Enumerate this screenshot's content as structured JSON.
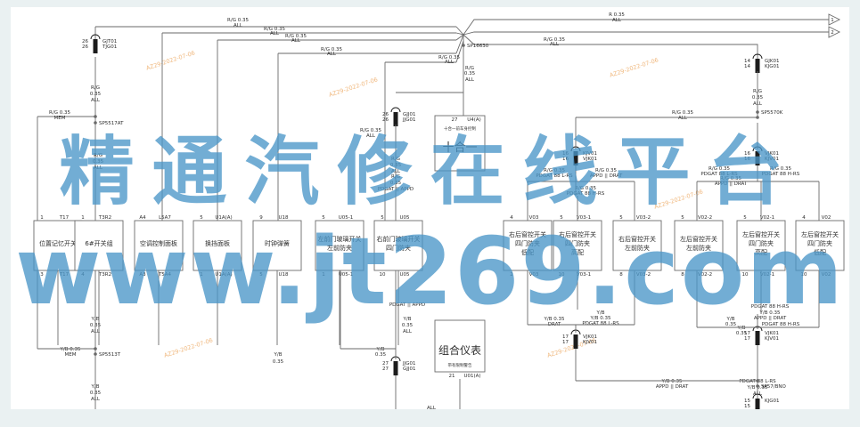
{
  "colors": {
    "wire": "#6a6a6a",
    "text": "#2e2e2e",
    "connector": "#1c1c1c",
    "stamp": "#f0b87e",
    "watermark": "#4a96c8",
    "frame": "#eaf1f2"
  },
  "watermark": {
    "line1": "精通汽修在线平台",
    "line2": "www.jt269.com"
  },
  "stamp_text": "AZ29-2022-07-06",
  "top_arrows": [
    "1",
    "2"
  ],
  "splices": [
    "SP16630",
    "SP5517AT",
    "SP5513T",
    "SP5570K",
    "SP57/BNO"
  ],
  "wire_labels": [
    "R/G 0.35",
    "ALL",
    "R/G 0.35",
    "ALL",
    "R/G 0.35",
    "ALL",
    "R/G 0.35",
    "ALL",
    "R 0.35",
    "ALL",
    "R/G 0.35",
    "ALL",
    "R/G 0.35",
    "ALL",
    "R/G",
    "0.35",
    "ALL",
    "R/G",
    "0.35",
    "ALL",
    "R/G 0.35",
    "MEM",
    "R/G",
    "0.35",
    "ALL",
    "R/G 0.35",
    "ALL",
    "R/G",
    "0.35",
    "ALL",
    "R/G 0.35",
    "ALL",
    "R/G",
    "0.35",
    "ALL",
    "R/G",
    "0.35",
    "PDGAT || APPD",
    "R/G 0.35",
    "PDGAT 88 L-RS",
    "R/G 0.35",
    "APPD || DRAT",
    "R/G 0.35",
    "PDGAT 88 H-RS",
    "R/G 0.35",
    "PDGAT 88 L-RS",
    "R/G 0.35",
    "APPD || DRAT",
    "R/G 0.35",
    "PDGAT 88 H-RS",
    "Y/B",
    "0.35",
    "ALL",
    "Y/B 0.35",
    "MEM",
    "Y/B",
    "0.35",
    "ALL",
    "Y/B",
    "0.35",
    "ALL",
    "Y/B",
    "0.35",
    "PDGAT || APPD",
    "Y/B 0.35",
    "DRAT",
    "Y/B",
    "Y/B 0.35",
    "PDGAT 88 L-RS",
    "Y/B",
    "0.35",
    "PDGAT 88 H-RS",
    "Y/B 0.35",
    "APPD || DRAT",
    "Y/B",
    "0.35",
    "PDGAT 88 H-RS",
    "Y/B 0.35",
    "APPD || DRAT",
    "PDGAT 88 L-RS",
    "Y/B 0.35",
    "ALL",
    "Y/B",
    "0.35",
    "ALL",
    "Y/B",
    "Y/B",
    "0.35",
    "Y/B 0.35"
  ],
  "connectors": [
    {
      "num": "26",
      "code": "GJT01",
      "code2": "TJG01"
    },
    {
      "num": "26",
      "code": "GJJ01",
      "code2": "JJG01"
    },
    {
      "num": "14",
      "code": "GJK01",
      "code2": "KJG01"
    },
    {
      "num": "16",
      "code": "KJV01",
      "code2": "VJK01"
    },
    {
      "num": "16",
      "code": "VJK01",
      "code2": "KJV01"
    },
    {
      "num": "27",
      "code": "JJG01",
      "code2": "GJJ01"
    },
    {
      "num": "17",
      "code": "VJK01",
      "code2": "KJV01"
    },
    {
      "num": "17",
      "code": "VJK01",
      "code2": "KJV01"
    },
    {
      "num": "15",
      "code": "KJG01",
      "code2": ""
    }
  ],
  "components": [
    {
      "name": "位置记忆开关",
      "pin_top": "1",
      "pin_top_code": "T17",
      "pin_bot": "3",
      "pin_bot_code": "T17"
    },
    {
      "name": "6#开关组",
      "pin_top": "1",
      "pin_top_code": "T3R2",
      "pin_bot": "4",
      "pin_bot_code": "T3R2"
    },
    {
      "name": "空调控制面板",
      "pin_top": "A4",
      "pin_top_code": "L5A7",
      "pin_bot": "A3",
      "pin_bot_code": "T5A4"
    },
    {
      "name": "换挡面板",
      "pin_top": "5",
      "pin_top_code": "U1A(A)",
      "pin_bot": "1",
      "pin_bot_code": "U1A(A)"
    },
    {
      "name": "时钟弹簧",
      "pin_top": "9",
      "pin_top_code": "U18",
      "pin_bot": "5",
      "pin_bot_code": "U18"
    },
    {
      "name": "左前门玻璃开关 左前防夹",
      "pin_top": "5",
      "pin_top_code": "U05-1",
      "pin_bot": "1",
      "pin_bot_code": "U05-1"
    },
    {
      "name": "右前门玻璃开关 四门防夹",
      "pin_top": "5",
      "pin_top_code": "U05",
      "pin_bot": "10",
      "pin_bot_code": "U05"
    },
    {
      "name": "右后窗控开关 四门防夹 低配",
      "pin_top": "4",
      "pin_top_code": "V03",
      "pin_bot": "2",
      "pin_bot_code": "V03"
    },
    {
      "name": "右后窗控开关 四门防夹 高配",
      "pin_top": "5",
      "pin_top_code": "V03-1",
      "pin_bot": "10",
      "pin_bot_code": "V03-1"
    },
    {
      "name": "右后窗控开关 左前防夹",
      "pin_top": "5",
      "pin_top_code": "V03-2",
      "pin_bot": "8",
      "pin_bot_code": "V03-2"
    },
    {
      "name": "左后窗控开关 左前防夹",
      "pin_top": "5",
      "pin_top_code": "V02-2",
      "pin_bot": "8",
      "pin_bot_code": "V02-2"
    },
    {
      "name": "左后窗控开关 四门防夹 高配",
      "pin_top": "5",
      "pin_top_code": "V02-1",
      "pin_bot": "10",
      "pin_bot_code": "V02-1"
    },
    {
      "name": "左后窗控开关 四门防夹 低配",
      "pin_top": "4",
      "pin_top_code": "V02",
      "pin_bot": "10",
      "pin_bot_code": "V02"
    }
  ],
  "module_top": {
    "name": "十合一",
    "subtitle": "十合一前车身控制",
    "pin_num": "27",
    "pin_code": "U4(A)"
  },
  "module_cluster": {
    "name": "组合仪表",
    "subtitle": "带有限制警告",
    "pin_num": "21",
    "pin_code": "U01(A)"
  }
}
